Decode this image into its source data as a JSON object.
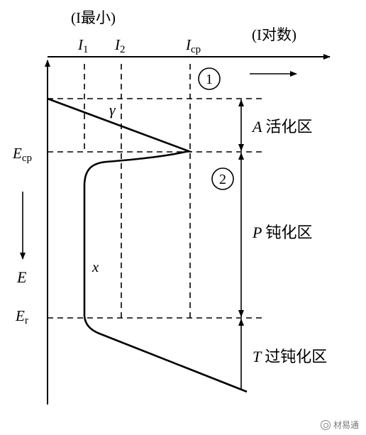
{
  "header": {
    "i_min": "(I最小)",
    "i_log": "(I对数)"
  },
  "currents": {
    "i1": "I",
    "i1_sub": "1",
    "i2": "I",
    "i2_sub": "2",
    "icp": "I",
    "icp_sub": "cp"
  },
  "potentials": {
    "ecp": "E",
    "ecp_sub": "cp",
    "er": "E",
    "er_sub": "r",
    "e_axis": "E"
  },
  "curve_labels": {
    "gamma": "γ",
    "x": "x"
  },
  "circles": {
    "one": "1",
    "two": "2"
  },
  "regions": {
    "active_letter": "A",
    "active_text": "活化区",
    "passive_letter": "P",
    "passive_text": "钝化区",
    "transpassive_letter": "T",
    "transpassive_text": "过钝化区"
  },
  "watermark": {
    "text": "材易通"
  }
}
